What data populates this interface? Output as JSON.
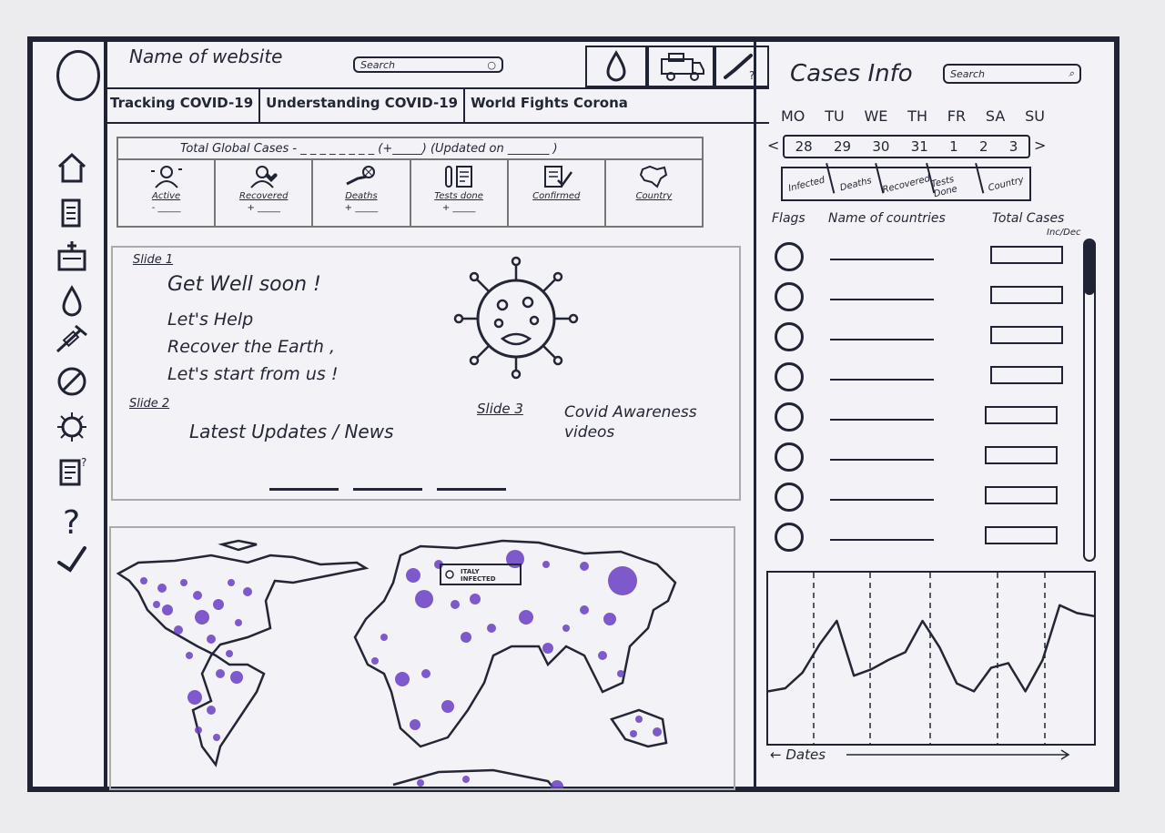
{
  "header": {
    "site_name": "Name of website",
    "search_placeholder": "Search"
  },
  "top_icons": [
    "drop-icon",
    "ambulance-icon",
    "syringe-icon"
  ],
  "nav": {
    "tabs": [
      "Tracking COVID-19",
      "Understanding COVID-19",
      "World Fights Corona"
    ]
  },
  "sidebar": {
    "icons": [
      "home-icon",
      "document-icon",
      "hospital-icon",
      "drop-icon",
      "syringe-icon",
      "no-entry-icon",
      "virus-icon",
      "notes-icon",
      "help-icon",
      "phone-icon"
    ]
  },
  "global": {
    "text": "Total Global Cases - _ _ _ _ _ _ _ _ (+_____)   (Updated on _______ )",
    "stats": [
      {
        "label": "Active",
        "value": "- _____"
      },
      {
        "label": "Recovered",
        "value": "+ _____"
      },
      {
        "label": "Deaths",
        "value": "+ _____"
      },
      {
        "label": "Tests done",
        "value": "+ _____"
      },
      {
        "label": "Confirmed",
        "value": ""
      },
      {
        "label": "Country",
        "value": ""
      }
    ]
  },
  "slides": {
    "slide1_label": "Slide 1",
    "slide1_lines": [
      "Get Well soon !",
      "Let's Help",
      "Recover the Earth ,",
      "Let's start from us !"
    ],
    "slide2_label": "Slide 2",
    "slide2_text": "Latest Updates / News",
    "slide3_label": "Slide 3",
    "slide3_text": "Covid Awareness videos"
  },
  "map": {
    "tooltip": "ITALY INFECTED",
    "accent_color": "#6a3fc4"
  },
  "cases_info": {
    "title": "Cases Info",
    "search_placeholder": "Search",
    "days": [
      "MO",
      "TU",
      "WE",
      "TH",
      "FR",
      "SA",
      "SU"
    ],
    "dates": [
      "28",
      "29",
      "30",
      "31",
      "1",
      "2",
      "3"
    ],
    "filters": [
      "Infected",
      "Deaths",
      "Recovered",
      "Tests Done",
      "Country"
    ],
    "columns": {
      "flags": "Flags",
      "names": "Name of countries",
      "total": "Total Cases",
      "total_unit": "Inc/Dec"
    },
    "row_count": 8
  },
  "chart_data": {
    "type": "line",
    "xlabel": "Dates",
    "ylabel": "",
    "grid": true,
    "x": [
      1,
      2,
      3,
      4,
      5,
      6,
      7,
      8,
      9,
      10,
      11,
      12,
      13,
      14,
      15,
      16,
      17,
      18,
      19,
      20
    ],
    "values": [
      30,
      32,
      42,
      60,
      75,
      40,
      44,
      50,
      55,
      75,
      58,
      35,
      30,
      45,
      48,
      30,
      50,
      85,
      80,
      78
    ]
  }
}
